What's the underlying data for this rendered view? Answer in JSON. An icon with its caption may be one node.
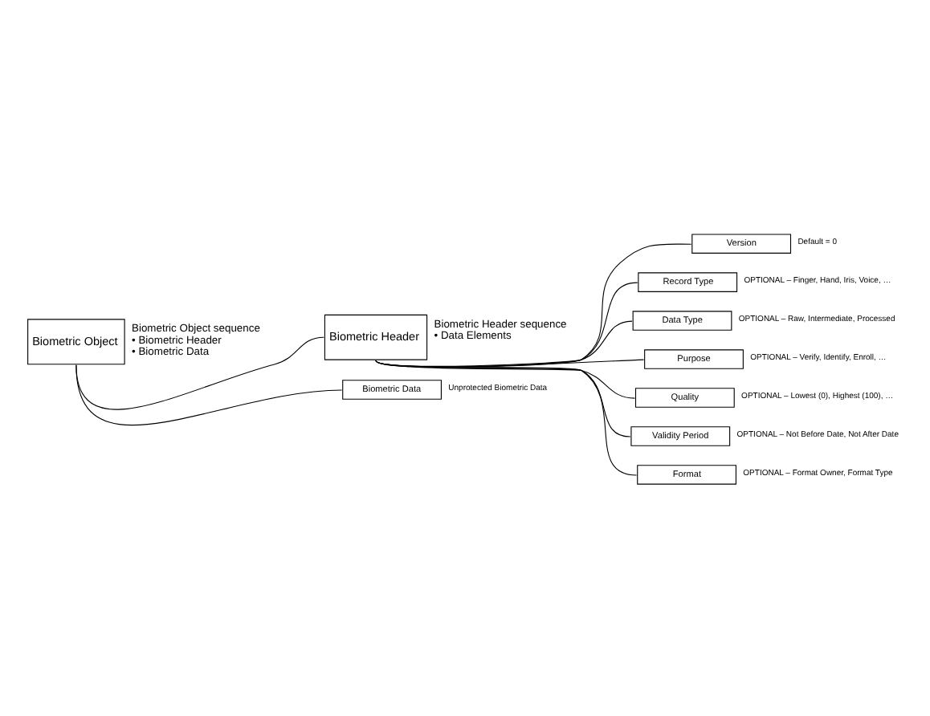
{
  "diagram": {
    "nodes": [
      {
        "text": [
          "Biometric Object"
        ],
        "beside": [
          "Biometric Object sequence",
          "• Biometric Header",
          "• Biometric Data"
        ]
      },
      {
        "text": [
          "Biometric Header"
        ],
        "beside": [
          "Biometric Header sequence",
          "• Data Elements"
        ]
      },
      {
        "text": [
          "Version"
        ],
        "beside": [
          "Default = 0"
        ]
      },
      {
        "text": [
          "Record Type"
        ],
        "beside": [
          "OPTIONAL – Finger, Hand, Iris, Voice, …"
        ]
      },
      {
        "text": [
          "Data Type"
        ],
        "beside": [
          "OPTIONAL – Raw, Intermediate, Processed"
        ]
      },
      {
        "text": [
          "Purpose"
        ],
        "beside": [
          "OPTIONAL – Verify, Identify, Enroll, …"
        ]
      },
      {
        "text": [
          "Quality"
        ],
        "beside": [
          "OPTIONAL – Lowest (0), Highest (100), …"
        ]
      },
      {
        "text": [
          "Validity Period"
        ],
        "beside": [
          "OPTIONAL – Not Before Date, Not After Date"
        ]
      },
      {
        "text": [
          "Format"
        ],
        "beside": [
          "OPTIONAL – Format Owner, Format Type"
        ]
      },
      {
        "text": [
          "Biometric Data"
        ],
        "beside": [
          "Unprotected Biometric Data"
        ]
      }
    ],
    "edges": [
      {
        "from": 0,
        "to": 1,
        "arrow": "none"
      },
      {
        "from": 1,
        "to": 2,
        "arrow": "none"
      },
      {
        "from": 1,
        "to": 3,
        "arrow": "none"
      },
      {
        "from": 1,
        "to": 4,
        "arrow": "none"
      },
      {
        "from": 1,
        "to": 5,
        "arrow": "none"
      },
      {
        "from": 1,
        "to": 6,
        "arrow": "none"
      },
      {
        "from": 1,
        "to": 7,
        "arrow": "none"
      },
      {
        "from": 1,
        "to": 8,
        "arrow": "none"
      },
      {
        "from": 0,
        "to": 9,
        "arrow": "none"
      }
    ]
  }
}
